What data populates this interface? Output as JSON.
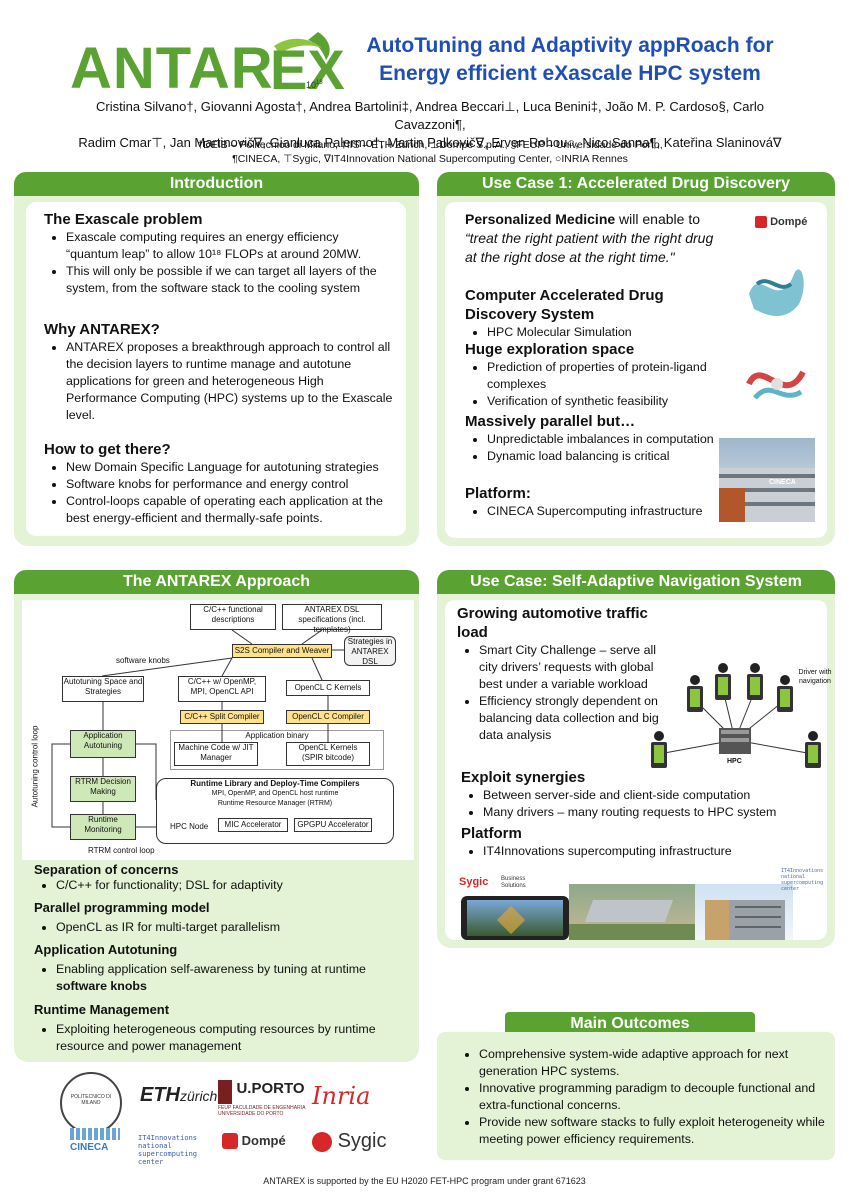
{
  "header": {
    "logo_text": "ANTAR",
    "logo_ex": "EX",
    "logo_exp": "10",
    "logo_exp_sup": "18",
    "title_line1": "AutoTuning and Adaptivity appRoach for",
    "title_line2": "Energy efficient eXascale HPC system",
    "authors_line1": "Cristina Silvano†, Giovanni Agosta†, Andrea Bartolini‡, Andrea Beccari⊥, Luca Benini‡, João M. P. Cardoso§, Carlo Cavazzoni¶,",
    "authors_line2": "Radim Cmar⊤, Jan Martinovič∇, Gianluca Palermo†, Martin Palkovič∇, Erven Rohou○, Nico Sanna¶, Kateřina Slaninová∇",
    "affil_line1": "†DEIB – Politecnico di Milano, ‡IIS – ETH Zürich, ⊥Dompé S.p.A., §FEUP – Universidade do Porto,",
    "affil_line2": "¶CINECA, ⊤Sygic, ∇IT4Innovation National Supercomputing Center, ○INRIA Rennes"
  },
  "intro": {
    "banner": "Introduction",
    "h1": "The Exascale problem",
    "b1": [
      "Exascale computing requires an energy efficiency “quantum leap” to allow 10¹⁸ FLOPs at around 20MW.",
      "This will only be possible if we can target all layers of the system, from the software stack to the cooling system"
    ],
    "h2": "Why ANTAREX?",
    "b2": [
      "ANTAREX proposes a breakthrough approach to control all the decision layers to runtime manage and autotune applications for green and heterogeneous High Performance Computing (HPC) systems up to the Exascale level."
    ],
    "h3": "How to get there?",
    "b3": [
      "New Domain Specific Language for autotuning strategies",
      "Software knobs for performance and energy control",
      "Control-loops capable of operating each application at the best energy-efficient and thermally-safe points."
    ]
  },
  "uc1": {
    "banner": "Use Case 1: Accelerated Drug Discovery",
    "pm_bold": "Personalized Medicine",
    "pm_rest": " will enable to ",
    "pm_quote": "“treat the right patient with the right drug at the right dose at the right time.\"",
    "h1": "Computer Accelerated Drug Discovery System",
    "b1": [
      "HPC Molecular Simulation"
    ],
    "h2": "Huge exploration space",
    "b2": [
      "Prediction of properties of protein-ligand complexes",
      "Verification of synthetic feasibility"
    ],
    "h3": "Massively parallel but…",
    "b3": [
      "Unpredictable imbalances in computation",
      "Dynamic load balancing is critical"
    ],
    "h4": "Platform:",
    "b4": [
      "CINECA Supercomputing infrastructure"
    ],
    "logo": "Dompé",
    "building_label": "CINECA"
  },
  "approach": {
    "banner": "The ANTAREX Approach",
    "diagram": {
      "cpp_func": "C/C++ functional descriptions",
      "dsl_spec": "ANTAREX DSL specifications (incl. templates)",
      "strategies": "Strategies in ANTAREX DSL",
      "s2s": "S2S Compiler and Weaver",
      "sw_knobs": "software knobs",
      "autotune_space": "Autotuning Space and Strategies",
      "cpp_mpi": "C/C++ w/ OpenMP, MPI, OpenCL API",
      "opencl_k": "OpenCL C Kernels",
      "split_comp": "C/C++ Split Compiler",
      "opencl_comp": "OpenCL C Compiler",
      "app_binary": "Application binary",
      "machine_code": "Machine Code w/ JIT Manager",
      "opencl_kernels": "OpenCL Kernels (SPIR bitcode)",
      "app_autotuning": "Application Autotuning",
      "rtrm_decision": "RTRM Decision Making",
      "runtime_mon": "Runtime Monitoring",
      "runtime_lib": "Runtime Library and Deploy-Time Compilers",
      "runtime_lib2": "MPI, OpenMP, and OpenCL host runtime",
      "runtime_lib3": "Runtime Resource Manager (RTRM)",
      "hpc_node": "HPC Node",
      "mic": "MIC Accelerator",
      "gpgpu": "GPGPU Accelerator",
      "autotuning_loop": "Autotuning control loop",
      "rtrm_loop": "RTRM control loop"
    },
    "h1": "Separation of concerns",
    "b1": [
      "C/C++ for functionality; DSL for adaptivity"
    ],
    "h2": "Parallel programming model",
    "b2": [
      "OpenCL as IR for multi-target parallelism"
    ],
    "h3": "Application Autotuning",
    "b3_pre": "Enabling application self-awareness by tuning at runtime ",
    "b3_bold": "software knobs",
    "h4": "Runtime Management",
    "b4": [
      "Exploiting heterogeneous computing resources by runtime resource and power management"
    ]
  },
  "uc2": {
    "banner": "Use Case: Self-Adaptive Navigation System",
    "h1": "Growing automotive traffic load",
    "b1": [
      "Smart City Challenge – serve all city drivers’ requests with global best under a variable workload",
      "Efficiency strongly dependent on balancing data collection and big data analysis"
    ],
    "driver_label": "Driver with navigation",
    "hpc_label": "HPC",
    "h2": "Exploit synergies",
    "b2": [
      "Between server-side and client-side computation",
      "Many drivers – many routing requests to HPC system"
    ],
    "h3": "Platform",
    "b3": [
      "IT4Innovations supercomputing infrastructure"
    ],
    "sygic": "Sygic",
    "sygic_sub": "Business Solutions",
    "it4i_small": "IT4Innovations national supercomputing center"
  },
  "outcomes": {
    "banner": "Main Outcomes",
    "items": [
      "Comprehensive system-wide adaptive approach for next generation HPC systems.",
      "Innovative programming paradigm to decouple functional and extra-functional concerns.",
      "Provide new software stacks to fully exploit heterogeneity while meeting power efficiency requirements."
    ]
  },
  "logos": {
    "polimi": "POLITECNICO DI MILANO",
    "eth": "ETH",
    "eth2": "zürich",
    "uporto": "U.PORTO",
    "feup": "FEUP FACULDADE DE ENGENHARIA UNIVERSIDADE DO PORTO",
    "inria": "Inria",
    "cineca": "CINECA",
    "it4i": "IT4Innovations national supercomputing center",
    "dompe": "Dompé",
    "sygic": "Sygic"
  },
  "footer": "ANTAREX is supported by the EU H2020 FET-HPC program under grant 671623",
  "colors": {
    "green": "#5aa332",
    "light_green": "#e4f2d6",
    "title_blue": "#1f4fb5"
  }
}
